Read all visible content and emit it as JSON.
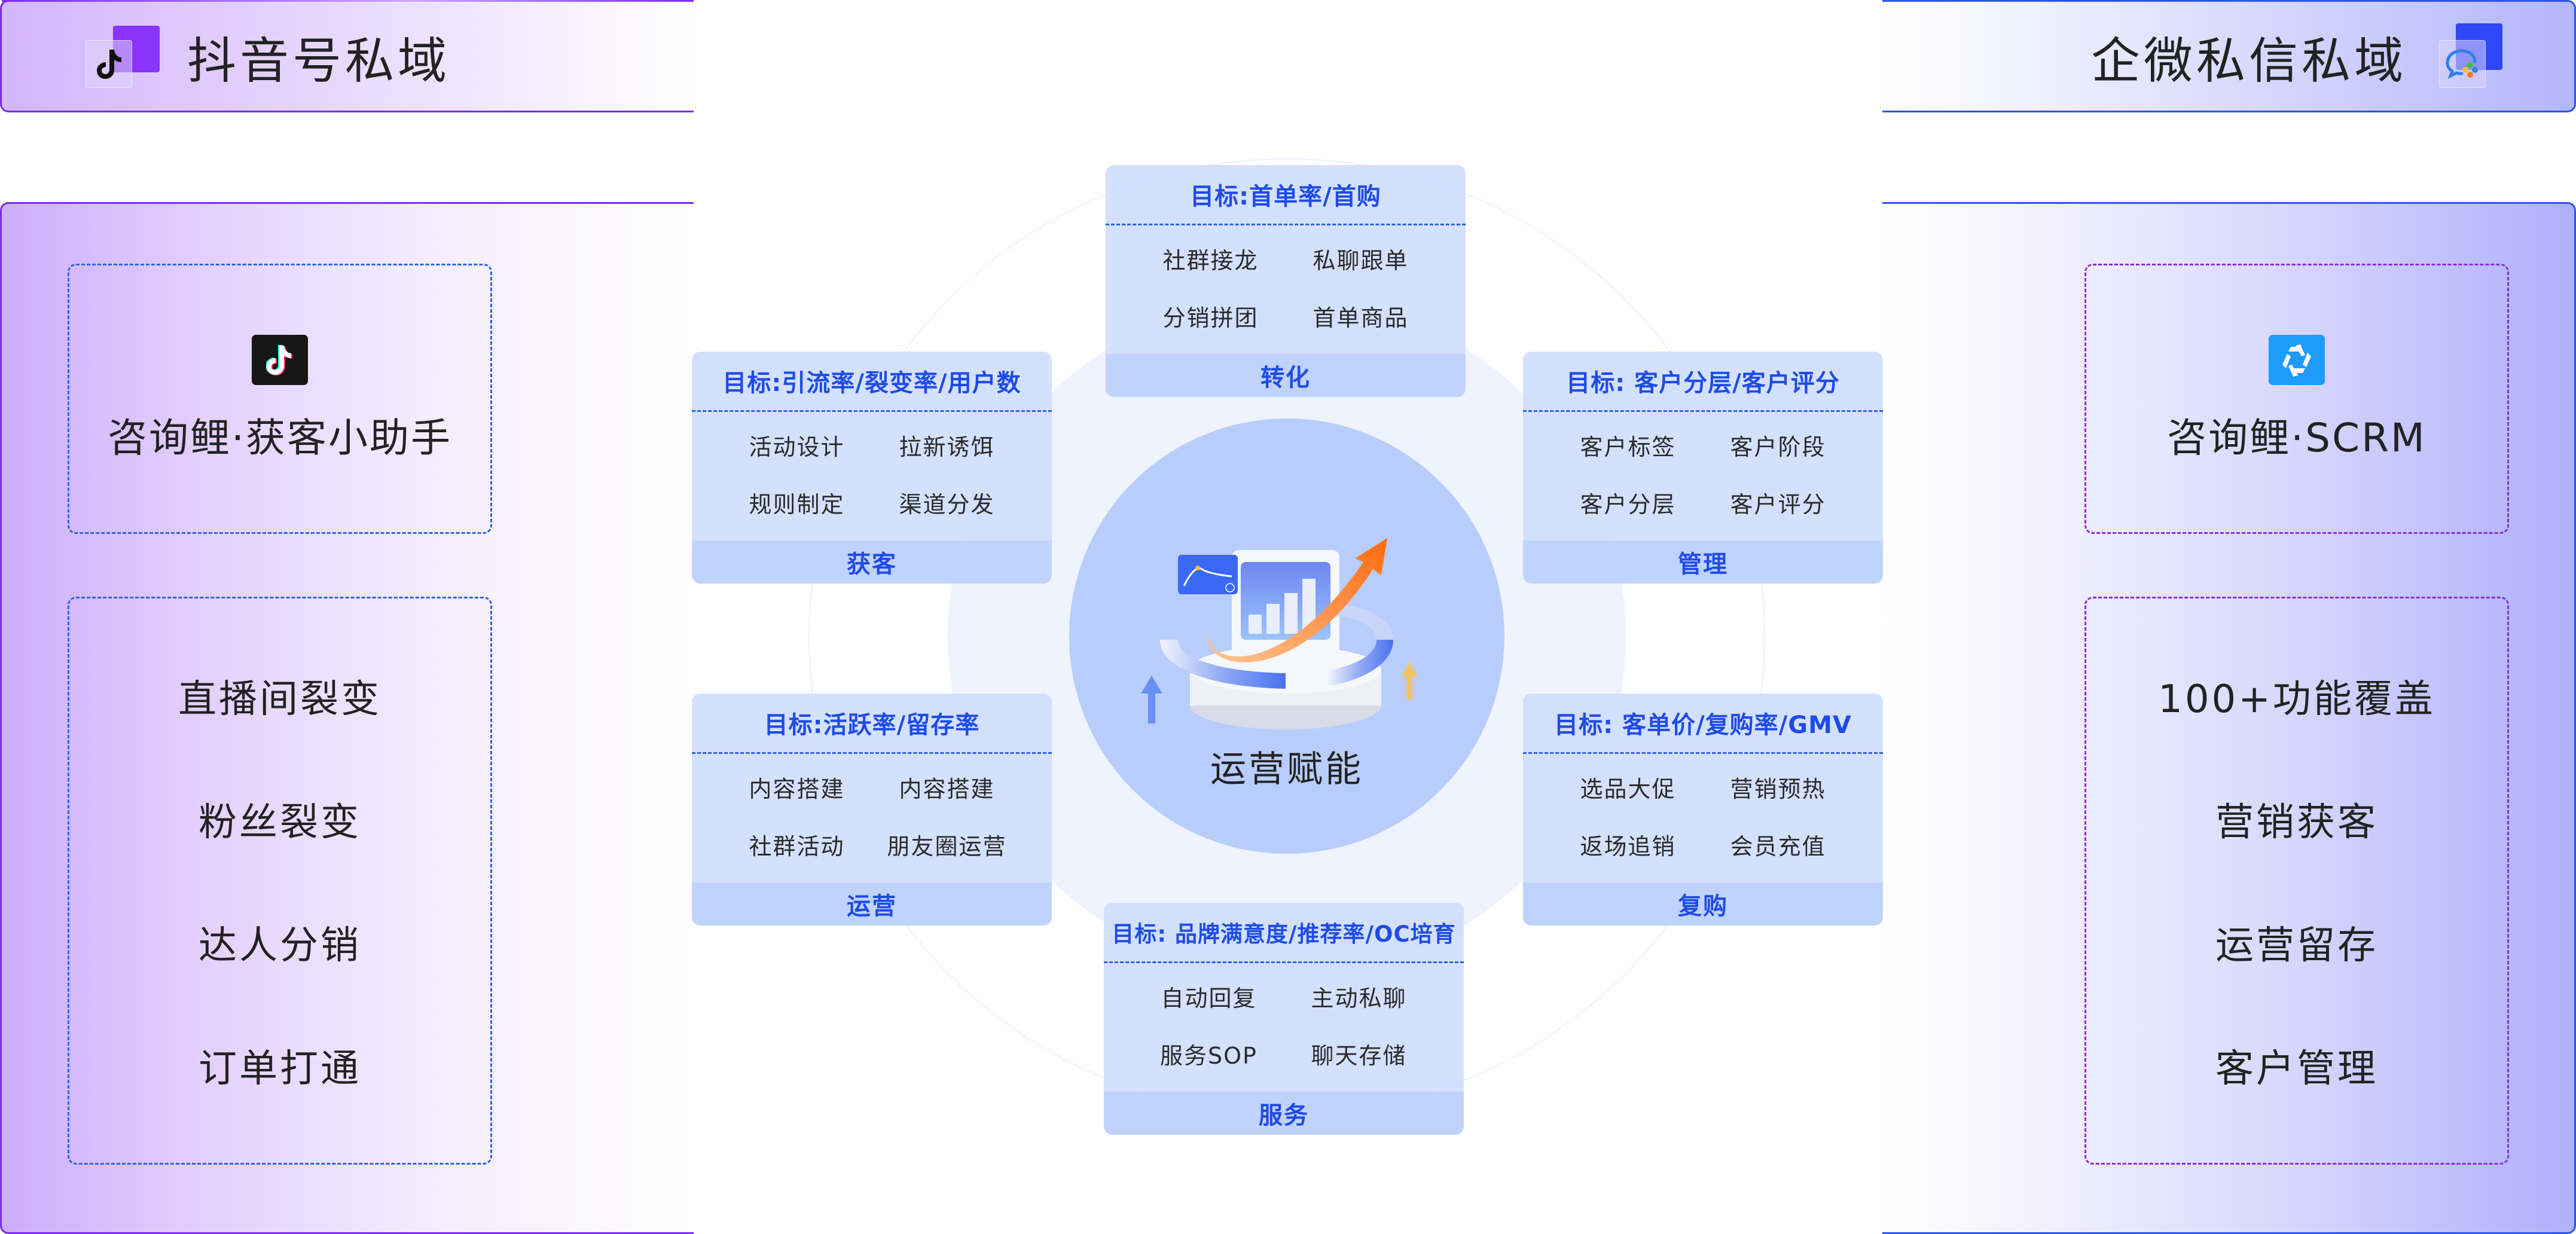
{
  "header": {
    "left_title": "抖音号私域",
    "right_title": "企微私信私域"
  },
  "left_panel": {
    "product_title": "咨询鲤·获客小助手",
    "product_icon": "tiktok-icon",
    "features": [
      "直播间裂变",
      "粉丝裂变",
      "达人分销",
      "订单打通"
    ]
  },
  "right_panel": {
    "product_title": "咨询鲤·SCRM",
    "product_icon": "scrm-logo-icon",
    "features": [
      "100+功能覆盖",
      "营销获客",
      "运营留存",
      "客户管理"
    ]
  },
  "center": {
    "label": "运营赋能"
  },
  "cards": [
    {
      "goal": "目标:首单率/首购",
      "items": [
        "社群接龙",
        "私聊跟单",
        "分销拼团",
        "首单商品"
      ],
      "stage": "转化"
    },
    {
      "goal": "目标:引流率/裂变率/用户数",
      "items": [
        "活动设计",
        "拉新诱饵",
        "规则制定",
        "渠道分发"
      ],
      "stage": "获客"
    },
    {
      "goal": "目标: 客户分层/客户评分",
      "items": [
        "客户标签",
        "客户阶段",
        "客户分层",
        "客户评分"
      ],
      "stage": "管理"
    },
    {
      "goal": "目标:活跃率/留存率",
      "items": [
        "内容搭建",
        "内容搭建",
        "社群活动",
        "朋友圈运营"
      ],
      "stage": "运营"
    },
    {
      "goal": "目标: 客单价/复购率/GMV",
      "items": [
        "选品大促",
        "营销预热",
        "返场追销",
        "会员充值"
      ],
      "stage": "复购"
    },
    {
      "goal": "目标: 品牌满意度/推荐率/OC培育",
      "items": [
        "自动回复",
        "主动私聊",
        "服务SOP",
        "聊天存储"
      ],
      "stage": "服务"
    }
  ],
  "colors": {
    "accent_blue": "#1f4be8",
    "purple": "#7a2cf0",
    "card_bg": "#cddcfe",
    "card_footer": "#c0d3fc",
    "core_circle": "#b8cdfb"
  }
}
